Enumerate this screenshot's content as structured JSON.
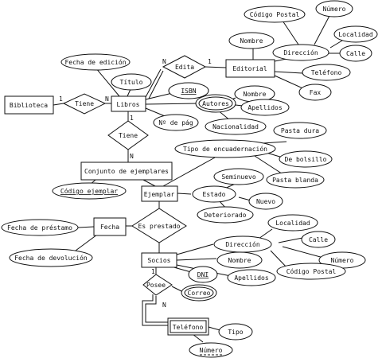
{
  "entities": [
    {
      "id": "biblioteca",
      "label": "Biblioteca"
    },
    {
      "id": "libros",
      "label": "Libros"
    },
    {
      "id": "editorial",
      "label": "Editorial"
    },
    {
      "id": "conjunto",
      "label": "Conjunto de ejemplares"
    },
    {
      "id": "ejemplar",
      "label": "Ejemplar"
    },
    {
      "id": "fecha",
      "label": "Fecha"
    },
    {
      "id": "socios",
      "label": "Socios"
    },
    {
      "id": "telefono_ent",
      "label": "Teléfono"
    }
  ],
  "relationships": [
    {
      "id": "tiene1",
      "label": "Tiene"
    },
    {
      "id": "edita",
      "label": "Edita"
    },
    {
      "id": "tiene2",
      "label": "Tiene"
    },
    {
      "id": "esprestado",
      "label": "Es prestado"
    },
    {
      "id": "posee",
      "label": "Posee"
    }
  ],
  "attributes": [
    {
      "id": "a_fecha_edicion",
      "label": "Fecha de edición"
    },
    {
      "id": "a_titulo",
      "label": "Título"
    },
    {
      "id": "a_isbn",
      "label": "ISBN",
      "key": true
    },
    {
      "id": "a_autores",
      "label": "Autores",
      "multivalued": true
    },
    {
      "id": "a_nombre_autor",
      "label": "Nombre"
    },
    {
      "id": "a_apellidos_autor",
      "label": "Apellidos"
    },
    {
      "id": "a_nacionalidad",
      "label": "Nacionalidad"
    },
    {
      "id": "a_npag",
      "label": "Nº de pág"
    },
    {
      "id": "a_nombre_edit",
      "label": "Nombre"
    },
    {
      "id": "a_codpostal_edit",
      "label": "Código Postal"
    },
    {
      "id": "a_numero_edit",
      "label": "Número"
    },
    {
      "id": "a_localidad_edit",
      "label": "Localidad"
    },
    {
      "id": "a_direccion_edit",
      "label": "Dirección"
    },
    {
      "id": "a_calle_edit",
      "label": "Calle"
    },
    {
      "id": "a_telefono_edit",
      "label": "Teléfono"
    },
    {
      "id": "a_fax",
      "label": "Fax"
    },
    {
      "id": "a_tipo_enc",
      "label": "Tipo de encuadernación"
    },
    {
      "id": "a_pasta_dura",
      "label": "Pasta dura"
    },
    {
      "id": "a_bolsillo",
      "label": "De bolsillo"
    },
    {
      "id": "a_pasta_blanda",
      "label": "Pasta blanda"
    },
    {
      "id": "a_codigo_ejemplar",
      "label": "Código ejemplar",
      "key": true
    },
    {
      "id": "a_estado",
      "label": "Estado"
    },
    {
      "id": "a_seminuevo",
      "label": "Seminuevo"
    },
    {
      "id": "a_nuevo",
      "label": "Nuevo"
    },
    {
      "id": "a_deteriorado",
      "label": "Deteriorado"
    },
    {
      "id": "a_fecha_prestamo",
      "label": "Fecha de préstamo"
    },
    {
      "id": "a_fecha_devolucion",
      "label": "Fecha de devolución"
    },
    {
      "id": "a_direccion_socio",
      "label": "Dirección"
    },
    {
      "id": "a_localidad_socio",
      "label": "Localidad"
    },
    {
      "id": "a_calle_socio",
      "label": "Calle"
    },
    {
      "id": "a_numero_socio",
      "label": "Número"
    },
    {
      "id": "a_codpostal_socio",
      "label": "Código Postal"
    },
    {
      "id": "a_nombre_socio",
      "label": "Nombre"
    },
    {
      "id": "a_dni",
      "label": "DNI",
      "key": true
    },
    {
      "id": "a_apellidos_socio",
      "label": "Apellidos"
    },
    {
      "id": "a_correo",
      "label": "Correo",
      "multivalued": true
    },
    {
      "id": "a_tipo",
      "label": "Tipo"
    },
    {
      "id": "a_numero_tel",
      "label": "Número",
      "partial_key": true
    }
  ],
  "cardinalities": [
    {
      "id": "c1",
      "label": "1"
    },
    {
      "id": "c2",
      "label": "N"
    },
    {
      "id": "c3",
      "label": "N"
    },
    {
      "id": "c4",
      "label": "1"
    },
    {
      "id": "c5",
      "label": "1"
    },
    {
      "id": "c6",
      "label": "N"
    },
    {
      "id": "c7",
      "label": "1"
    },
    {
      "id": "c8",
      "label": "N"
    }
  ]
}
